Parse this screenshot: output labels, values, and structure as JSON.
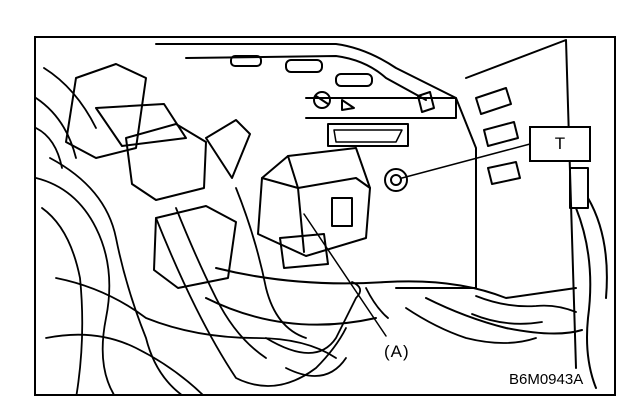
{
  "figure": {
    "labels": {
      "part_a": "(A)",
      "torque_t": "T",
      "figure_code": "B6M0943A"
    }
  }
}
